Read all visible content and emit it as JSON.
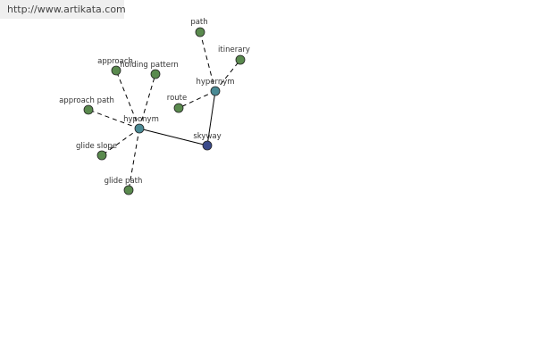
{
  "source_link": "http://www.artikata.com",
  "colors": {
    "leaf": "#5a8a4e",
    "hub": "#4a8a94",
    "center": "#3a4a8a",
    "edge": "#000000"
  },
  "nodes": [
    {
      "id": "skyway",
      "label": "skyway",
      "kind": "center"
    },
    {
      "id": "hypernym",
      "label": "hypernym",
      "kind": "hub"
    },
    {
      "id": "hyponym",
      "label": "hyponym",
      "kind": "hub"
    },
    {
      "id": "path",
      "label": "path",
      "kind": "leaf"
    },
    {
      "id": "itinerary",
      "label": "itinerary",
      "kind": "leaf"
    },
    {
      "id": "route",
      "label": "route",
      "kind": "leaf"
    },
    {
      "id": "approach",
      "label": "approach",
      "kind": "leaf"
    },
    {
      "id": "holding-pattern",
      "label": "holding pattern",
      "kind": "leaf"
    },
    {
      "id": "approach-path",
      "label": "approach path",
      "kind": "leaf"
    },
    {
      "id": "glide-slope",
      "label": "glide slope",
      "kind": "leaf"
    },
    {
      "id": "glide-path",
      "label": "glide path",
      "kind": "leaf"
    }
  ],
  "edges": [
    {
      "from": "skyway",
      "to": "hypernym",
      "style": "solid"
    },
    {
      "from": "skyway",
      "to": "hyponym",
      "style": "solid"
    },
    {
      "from": "hypernym",
      "to": "path",
      "style": "dashed"
    },
    {
      "from": "hypernym",
      "to": "itinerary",
      "style": "dashed"
    },
    {
      "from": "hypernym",
      "to": "route",
      "style": "dashed"
    },
    {
      "from": "hyponym",
      "to": "approach",
      "style": "dashed"
    },
    {
      "from": "hyponym",
      "to": "holding-pattern",
      "style": "dashed"
    },
    {
      "from": "hyponym",
      "to": "approach-path",
      "style": "dashed"
    },
    {
      "from": "hyponym",
      "to": "glide-slope",
      "style": "dashed"
    },
    {
      "from": "hyponym",
      "to": "glide-path",
      "style": "dashed"
    }
  ]
}
